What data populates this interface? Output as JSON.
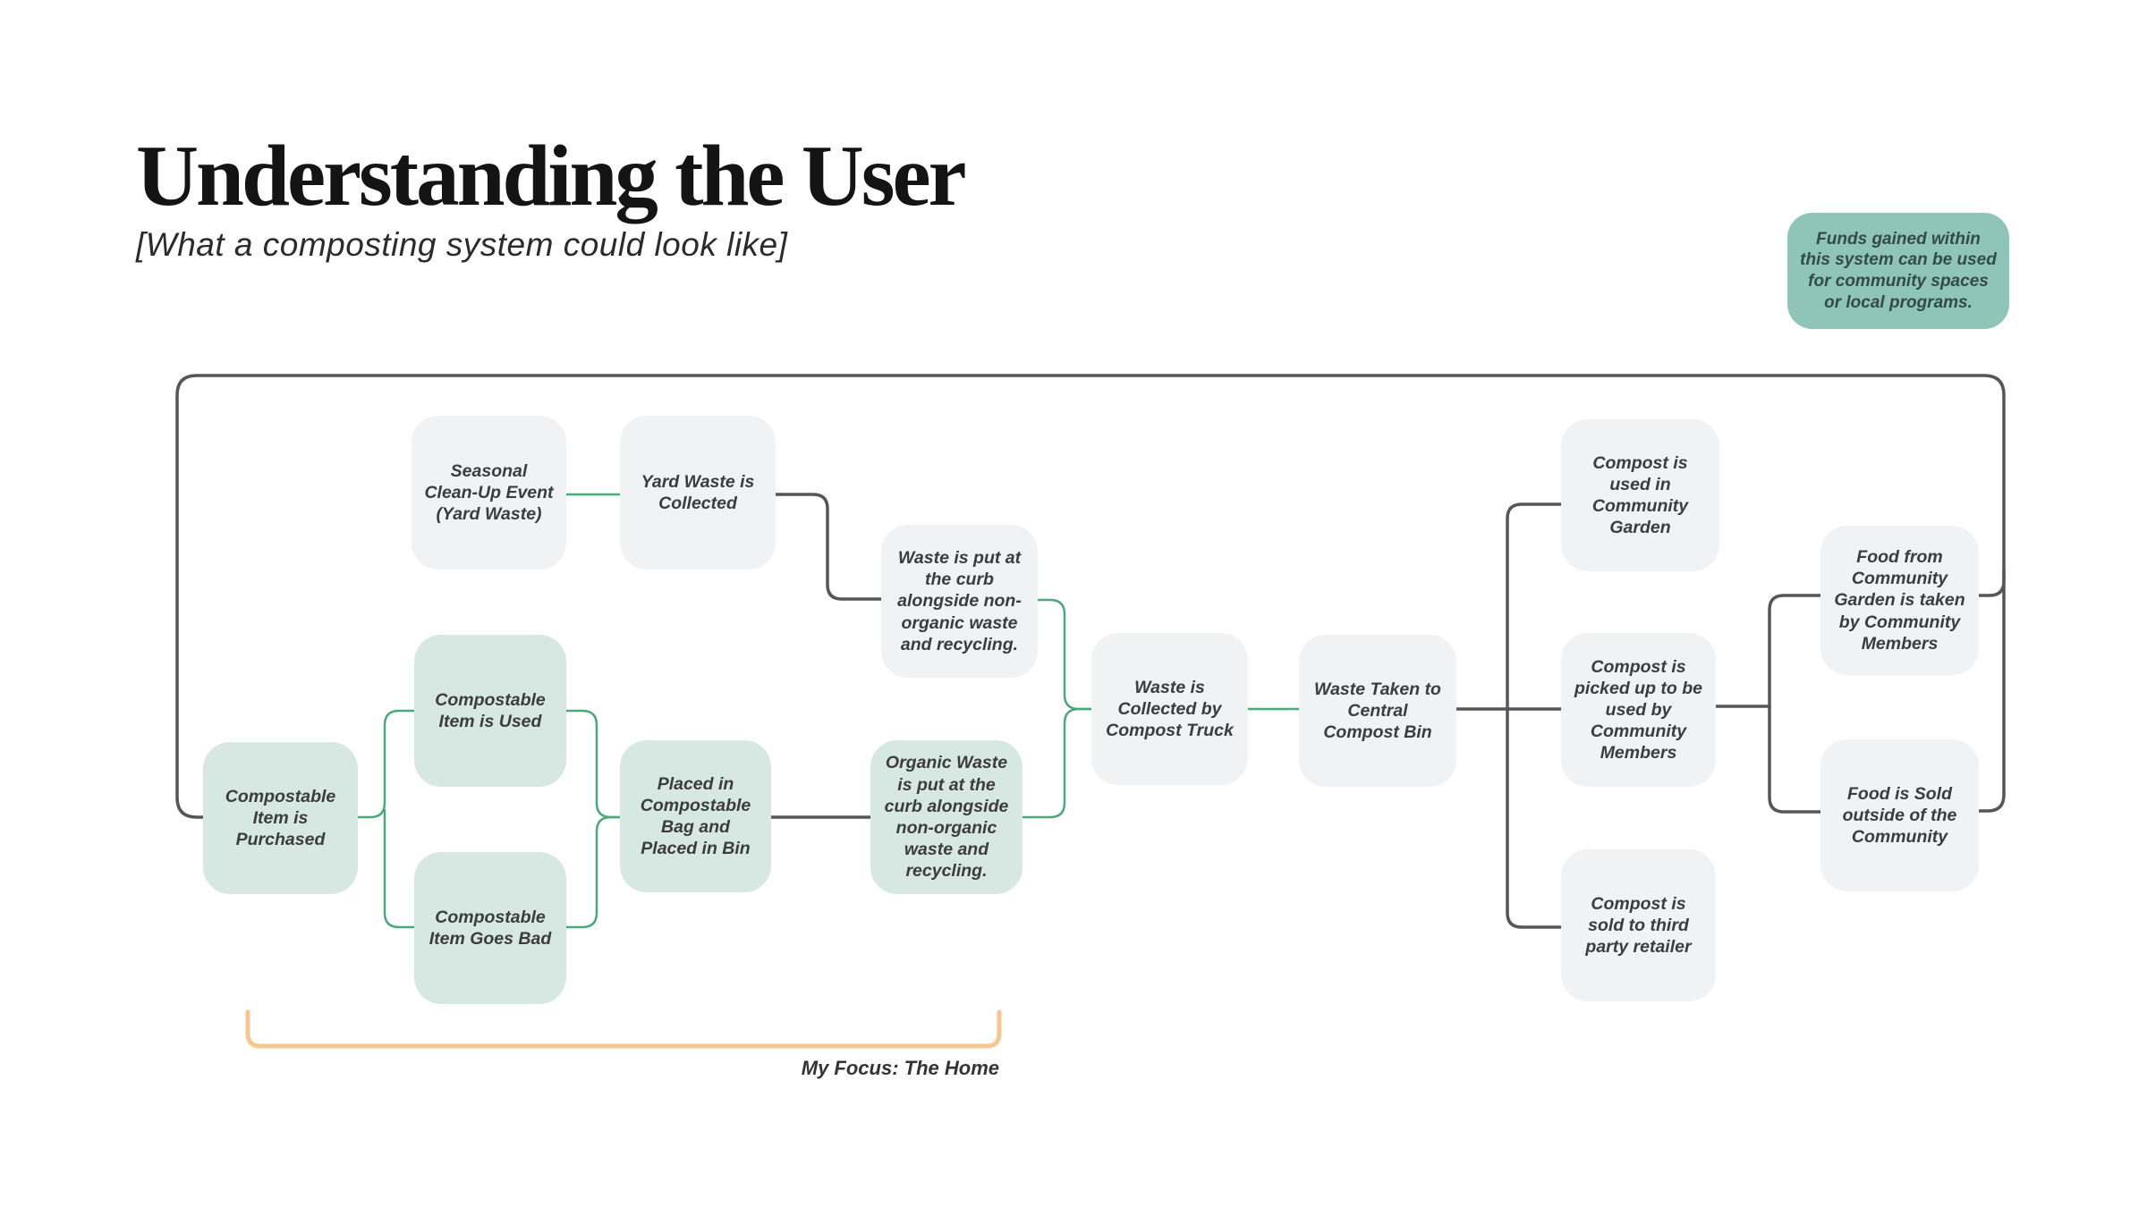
{
  "palette": {
    "box_gray": "#f1f2f4",
    "box_teal": "#d7e8e2",
    "note_teal": "#8fc5b9",
    "line_green": "#4aa87c",
    "line_dark": "#55565a",
    "bracket_orange": "#f6c78c",
    "text_dark": "#3b3c3e",
    "note_text": "#334a4d",
    "title_color": "#141414"
  },
  "header": {
    "title": "Understanding the User",
    "subtitle": "[What a composting system could look like]"
  },
  "note": {
    "text": "Funds gained within this system can be used for community spaces or local programs."
  },
  "focus_label": "My Focus: The Home",
  "nodes": [
    {
      "id": "seasonal-cleanup-event",
      "label": "Seasonal Clean-Up Event (Yard Waste)",
      "color": "gray"
    },
    {
      "id": "yard-waste-collected",
      "label": "Yard Waste is Collected",
      "color": "gray"
    },
    {
      "id": "waste-put-at-curb",
      "label": "Waste is put at the curb alongside non-organic waste and recycling.",
      "color": "gray"
    },
    {
      "id": "compostable-item-used",
      "label": "Compostable Item is Used",
      "color": "teal"
    },
    {
      "id": "compostable-item-purchased",
      "label": "Compostable Item is Purchased",
      "color": "teal"
    },
    {
      "id": "compostable-item-goes-bad",
      "label": "Compostable Item Goes Bad",
      "color": "teal"
    },
    {
      "id": "placed-in-compostable-bag",
      "label": "Placed in Compostable Bag and Placed in Bin",
      "color": "teal"
    },
    {
      "id": "organic-waste-put-at-curb",
      "label": "Organic Waste is put at the curb alongside non-organic waste and recycling.",
      "color": "teal"
    },
    {
      "id": "waste-collected-by-truck",
      "label": "Waste is Collected by Compost Truck",
      "color": "gray"
    },
    {
      "id": "waste-taken-central-bin",
      "label": "Waste Taken to Central Compost Bin",
      "color": "gray"
    },
    {
      "id": "compost-used-community-garden",
      "label": "Compost is used in Community Garden",
      "color": "gray"
    },
    {
      "id": "compost-picked-up-members",
      "label": "Compost is picked up to be used by Community Members",
      "color": "gray"
    },
    {
      "id": "compost-sold-retailer",
      "label": "Compost is sold to third party retailer",
      "color": "gray"
    },
    {
      "id": "food-from-garden-taken",
      "label": "Food from Community Garden is taken by Community Members",
      "color": "gray"
    },
    {
      "id": "food-sold-outside",
      "label": "Food is Sold outside of the Community",
      "color": "gray"
    }
  ],
  "edges": [
    {
      "from": "seasonal-cleanup-event",
      "to": "yard-waste-collected",
      "style": "green"
    },
    {
      "from": "yard-waste-collected",
      "to": "waste-put-at-curb",
      "style": "dark"
    },
    {
      "from": "compostable-item-purchased",
      "to": "compostable-item-used",
      "style": "green"
    },
    {
      "from": "compostable-item-purchased",
      "to": "compostable-item-goes-bad",
      "style": "green"
    },
    {
      "from": "compostable-item-used",
      "to": "placed-in-compostable-bag",
      "style": "green"
    },
    {
      "from": "compostable-item-goes-bad",
      "to": "placed-in-compostable-bag",
      "style": "green"
    },
    {
      "from": "placed-in-compostable-bag",
      "to": "organic-waste-put-at-curb",
      "style": "dark"
    },
    {
      "from": "waste-put-at-curb",
      "to": "waste-collected-by-truck",
      "style": "green"
    },
    {
      "from": "organic-waste-put-at-curb",
      "to": "waste-collected-by-truck",
      "style": "green"
    },
    {
      "from": "waste-collected-by-truck",
      "to": "waste-taken-central-bin",
      "style": "green"
    },
    {
      "from": "waste-taken-central-bin",
      "to": "compost-used-community-garden",
      "style": "dark"
    },
    {
      "from": "waste-taken-central-bin",
      "to": "compost-picked-up-members",
      "style": "dark"
    },
    {
      "from": "waste-taken-central-bin",
      "to": "compost-sold-retailer",
      "style": "dark"
    },
    {
      "from": "compost-picked-up-members",
      "to": "food-from-garden-taken",
      "style": "dark"
    },
    {
      "from": "compost-picked-up-members",
      "to": "food-sold-outside",
      "style": "dark"
    },
    {
      "from": "food-from-garden-taken",
      "to": "compostable-item-purchased",
      "style": "dark",
      "note": "outer return loop"
    },
    {
      "from": "food-sold-outside",
      "to": "compostable-item-purchased",
      "style": "dark",
      "note": "outer return loop"
    }
  ]
}
